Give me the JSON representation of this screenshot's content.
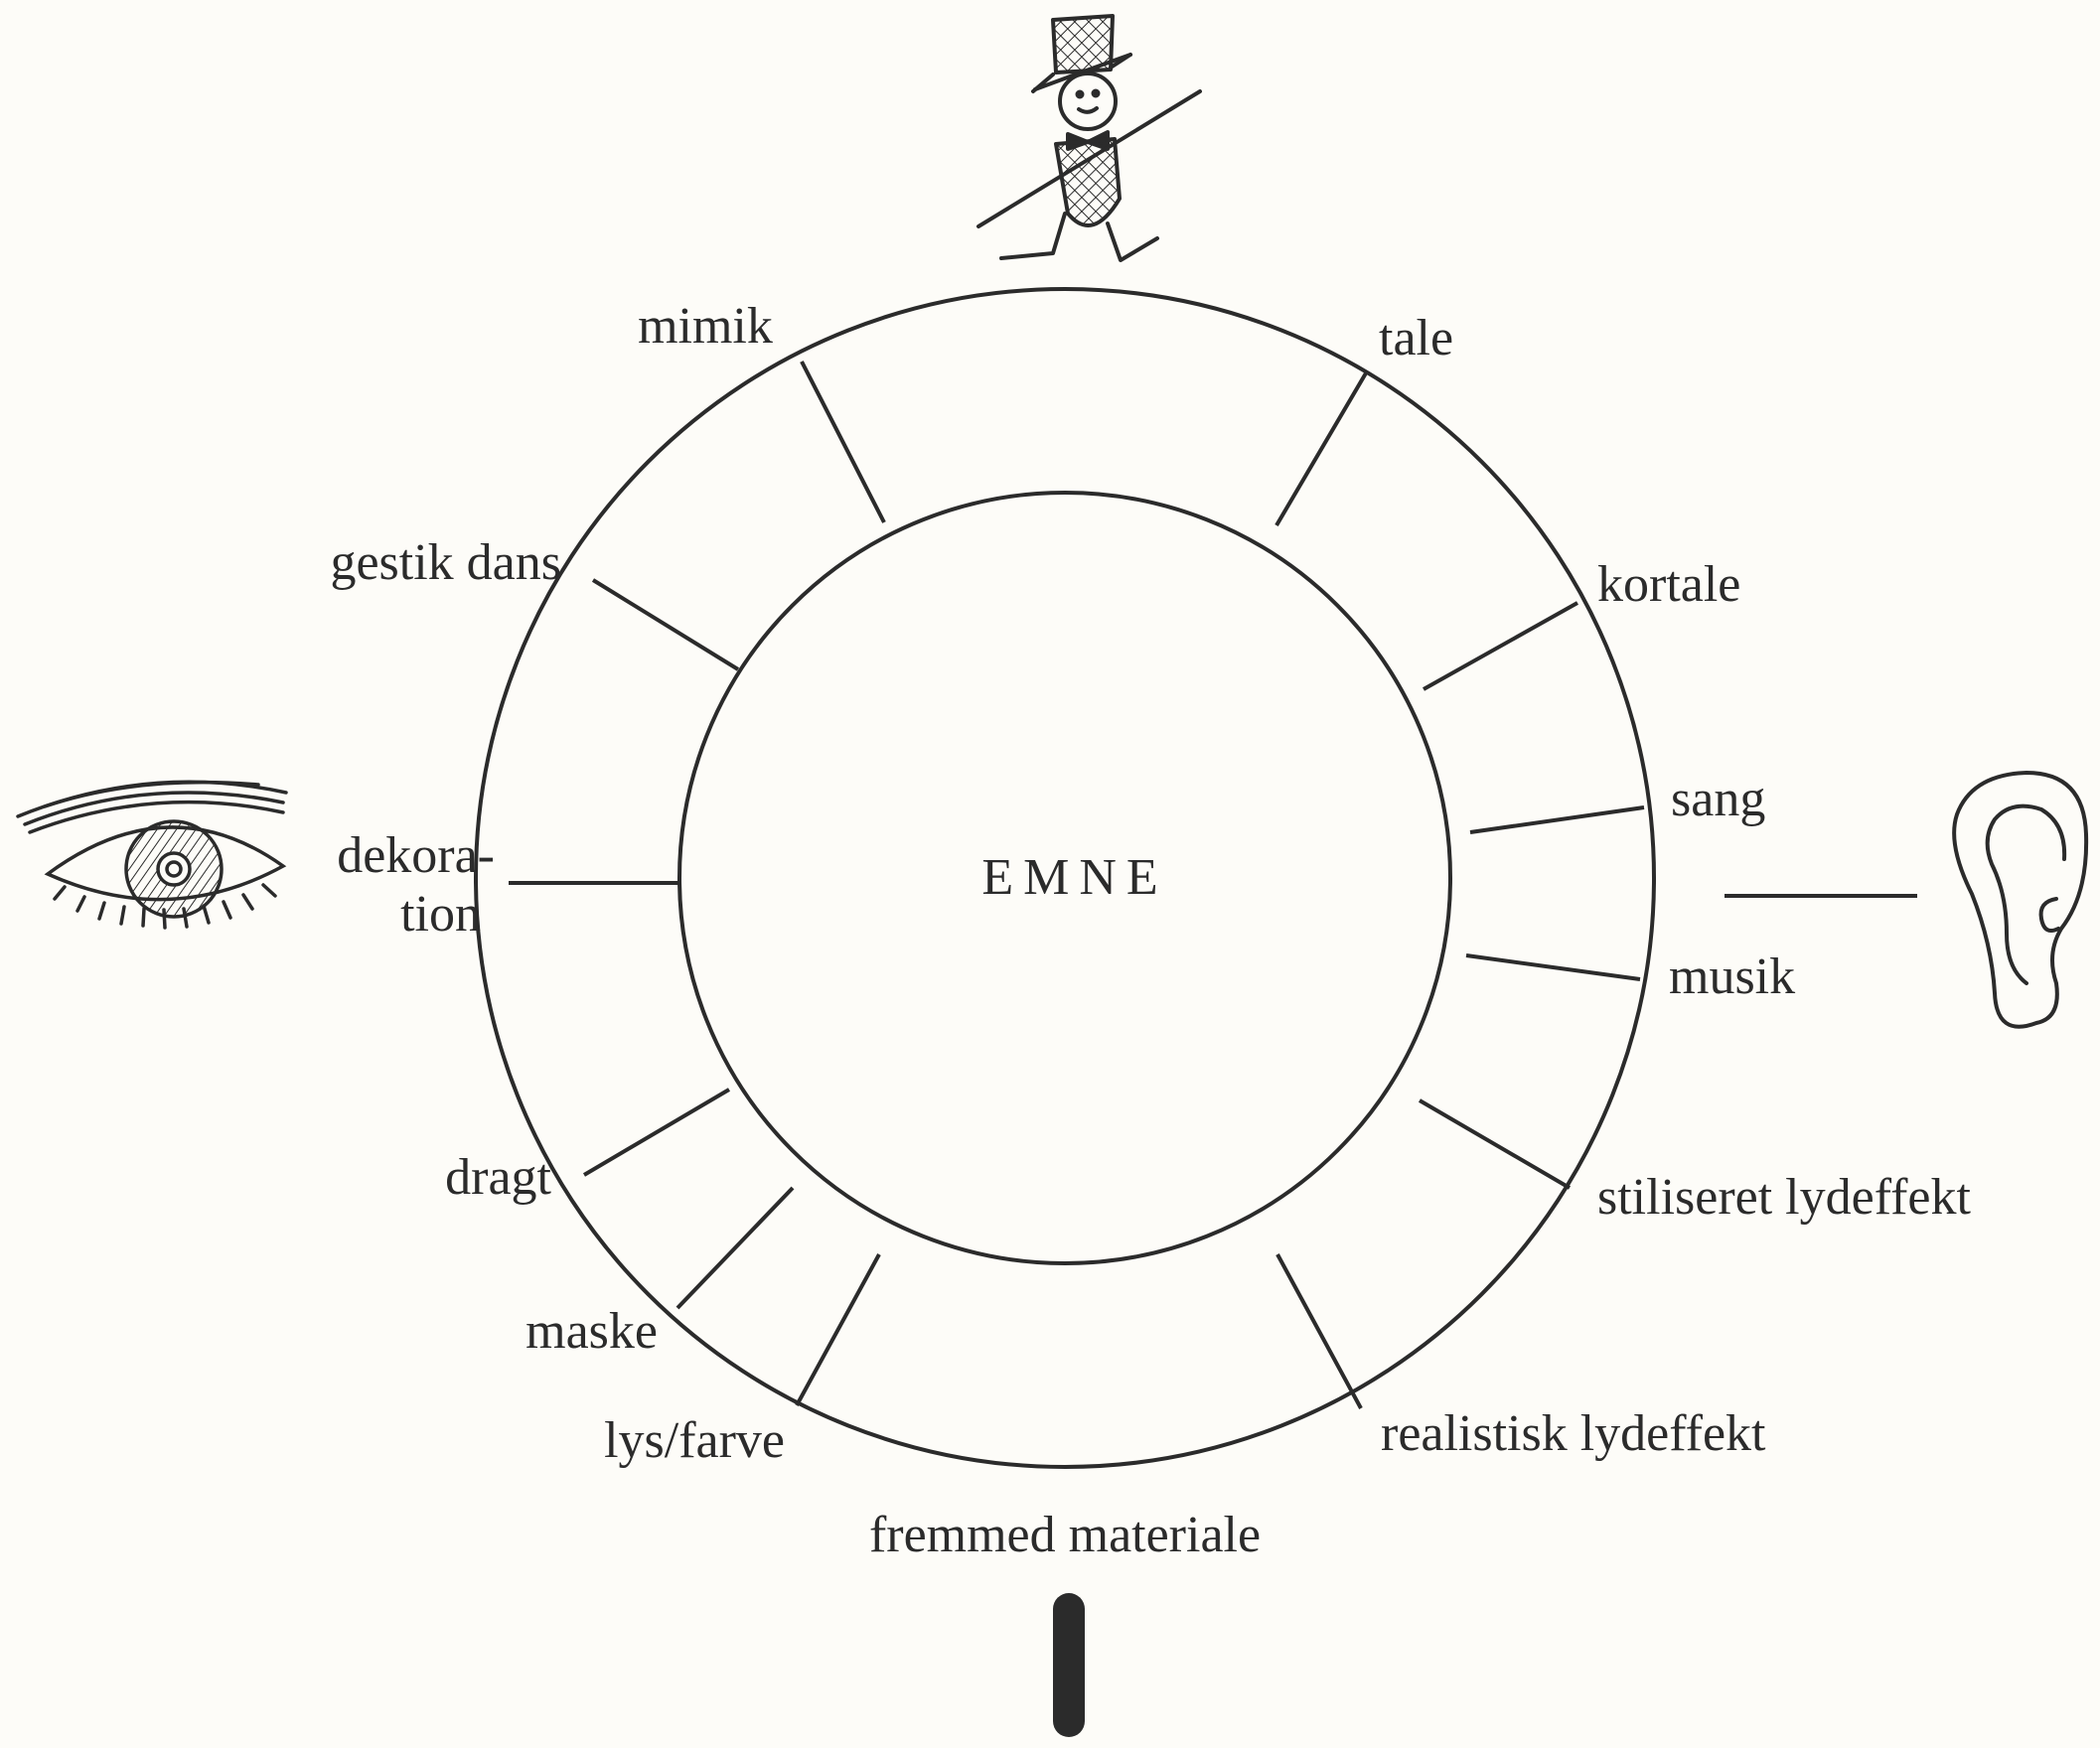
{
  "center_label": "EMNE",
  "segment_labels": {
    "mimik": "mimik",
    "tale": "tale",
    "gestik_dans": "gestik dans",
    "kortale": "kortale",
    "dekoration_line1": "dekora-",
    "dekoration_line2": "tion",
    "sang": "sang",
    "musik": "musik",
    "dragt": "dragt",
    "stiliseret_lydeffekt": "stiliseret lydeffekt",
    "maske": "maske",
    "realistisk_lydeffekt": "realistisk lydeffekt",
    "lys_farve": "lys/farve",
    "fremmed_materiale": "fremmed materiale"
  },
  "colors": {
    "ink": "#2b2b2b",
    "paper": "#fdfcf8"
  },
  "icons": [
    "figure-with-top-hat-icon",
    "eye-icon",
    "ear-icon",
    "bar-icon"
  ]
}
